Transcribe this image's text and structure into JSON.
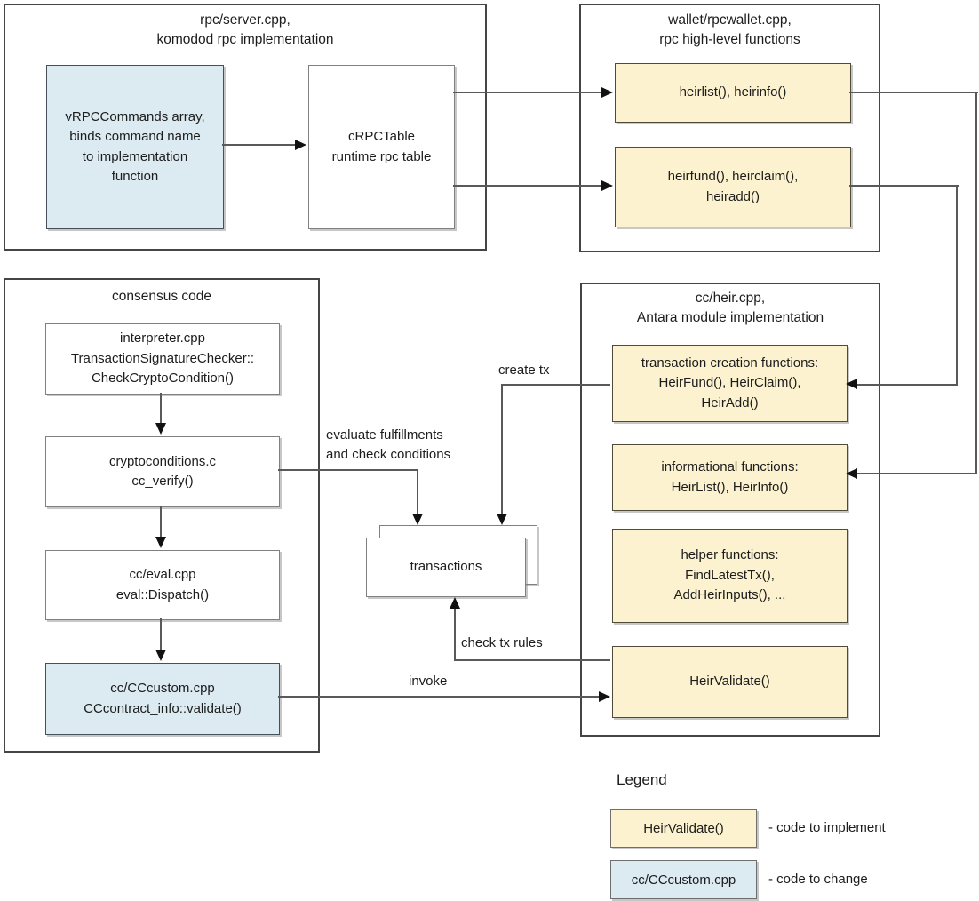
{
  "containers": {
    "rpc_server": {
      "title": [
        "rpc/server.cpp,",
        "komodod rpc implementation"
      ]
    },
    "wallet": {
      "title": [
        "wallet/rpcwallet.cpp,",
        "rpc high-level functions"
      ]
    },
    "consensus": {
      "title": [
        "consensus code"
      ]
    },
    "heir": {
      "title": [
        "cc/heir.cpp,",
        "Antara module implementation"
      ]
    }
  },
  "nodes": {
    "vrpccommands": {
      "lines": [
        "vRPCCommands array,",
        "binds command name",
        "to implementation",
        "function"
      ]
    },
    "crpctable": {
      "lines": [
        "cRPCTable",
        "runtime rpc table"
      ]
    },
    "heirlist_rpc": {
      "lines": [
        "heirlist(), heirinfo()"
      ]
    },
    "heirfund_rpc": {
      "lines": [
        "heirfund(), heirclaim(),",
        "heiradd()"
      ]
    },
    "interpreter": {
      "lines": [
        "interpreter.cpp",
        "TransactionSignatureChecker::",
        "CheckCryptoCondition()"
      ]
    },
    "cryptoconditions": {
      "lines": [
        "cryptoconditions.c",
        "cc_verify()"
      ]
    },
    "cc_eval": {
      "lines": [
        "cc/eval.cpp",
        "eval::Dispatch()"
      ]
    },
    "cc_custom": {
      "lines": [
        "cc/CCcustom.cpp",
        "CCcontract_info::validate()"
      ]
    },
    "tx_creation": {
      "lines": [
        "transaction creation functions:",
        "HeirFund(), HeirClaim(),",
        "HeirAdd()"
      ]
    },
    "informational": {
      "lines": [
        "informational functions:",
        "HeirList(), HeirInfo()"
      ]
    },
    "helpers": {
      "lines": [
        "helper functions:",
        "FindLatestTx(),",
        "AddHeirInputs(), ..."
      ]
    },
    "heirvalidate": {
      "lines": [
        "HeirValidate()"
      ]
    },
    "transactions": {
      "lines": [
        "transactions"
      ]
    }
  },
  "edge_labels": {
    "create_tx": "create tx",
    "evaluate": [
      "evaluate fulfillments",
      "and check conditions"
    ],
    "check_tx_rules": "check tx rules",
    "invoke": "invoke"
  },
  "legend": {
    "title": "Legend",
    "items": [
      {
        "sample": "HeirValidate()",
        "label": "- code to implement"
      },
      {
        "sample": "cc/CCcustom.cpp",
        "label": "- code to change"
      }
    ]
  },
  "colors": {
    "implement_fill": "#fcf2cf",
    "change_fill": "#dceaf2",
    "connector_line": "#595959",
    "container_border": "#454545"
  }
}
